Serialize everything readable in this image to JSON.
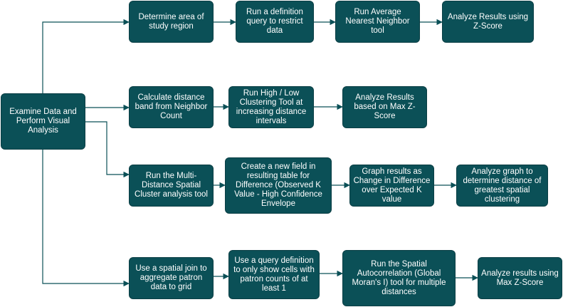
{
  "colors": {
    "box_fill": "#0b5057",
    "box_text": "#ffffff",
    "connector": "#0b5057"
  },
  "start": {
    "label": "Examine Data and Perform Visual Analysis"
  },
  "rows": [
    {
      "steps": [
        "Determine area of study region",
        "Run a definition query to restrict data",
        "Run Average Nearest Neighbor tool",
        "Analyze Results using Z-Score"
      ]
    },
    {
      "steps": [
        "Calculate distance band from Neighbor Count",
        "Run High / Low Clustering Tool at increasing distance intervals",
        "Analyze Results based on Max Z-Score"
      ]
    },
    {
      "steps": [
        "Run the Multi-Distance Spatial Cluster analysis tool",
        "Create a new field in resulting table for Difference (Observed K Value - High Confidence Envelope",
        "Graph results as Change in Difference over Expected K value",
        "Analyze graph to determine distance of greatest spatial clustering"
      ]
    },
    {
      "steps": [
        "Use a spatial join to aggregate patron data to grid",
        "Use a query definition to only show cells with patron counts of at least 1",
        "Run the Spatial Autocorrelation (Global Moran's I) tool for multiple distances",
        "Analyze results using Max Z-Score"
      ]
    }
  ]
}
